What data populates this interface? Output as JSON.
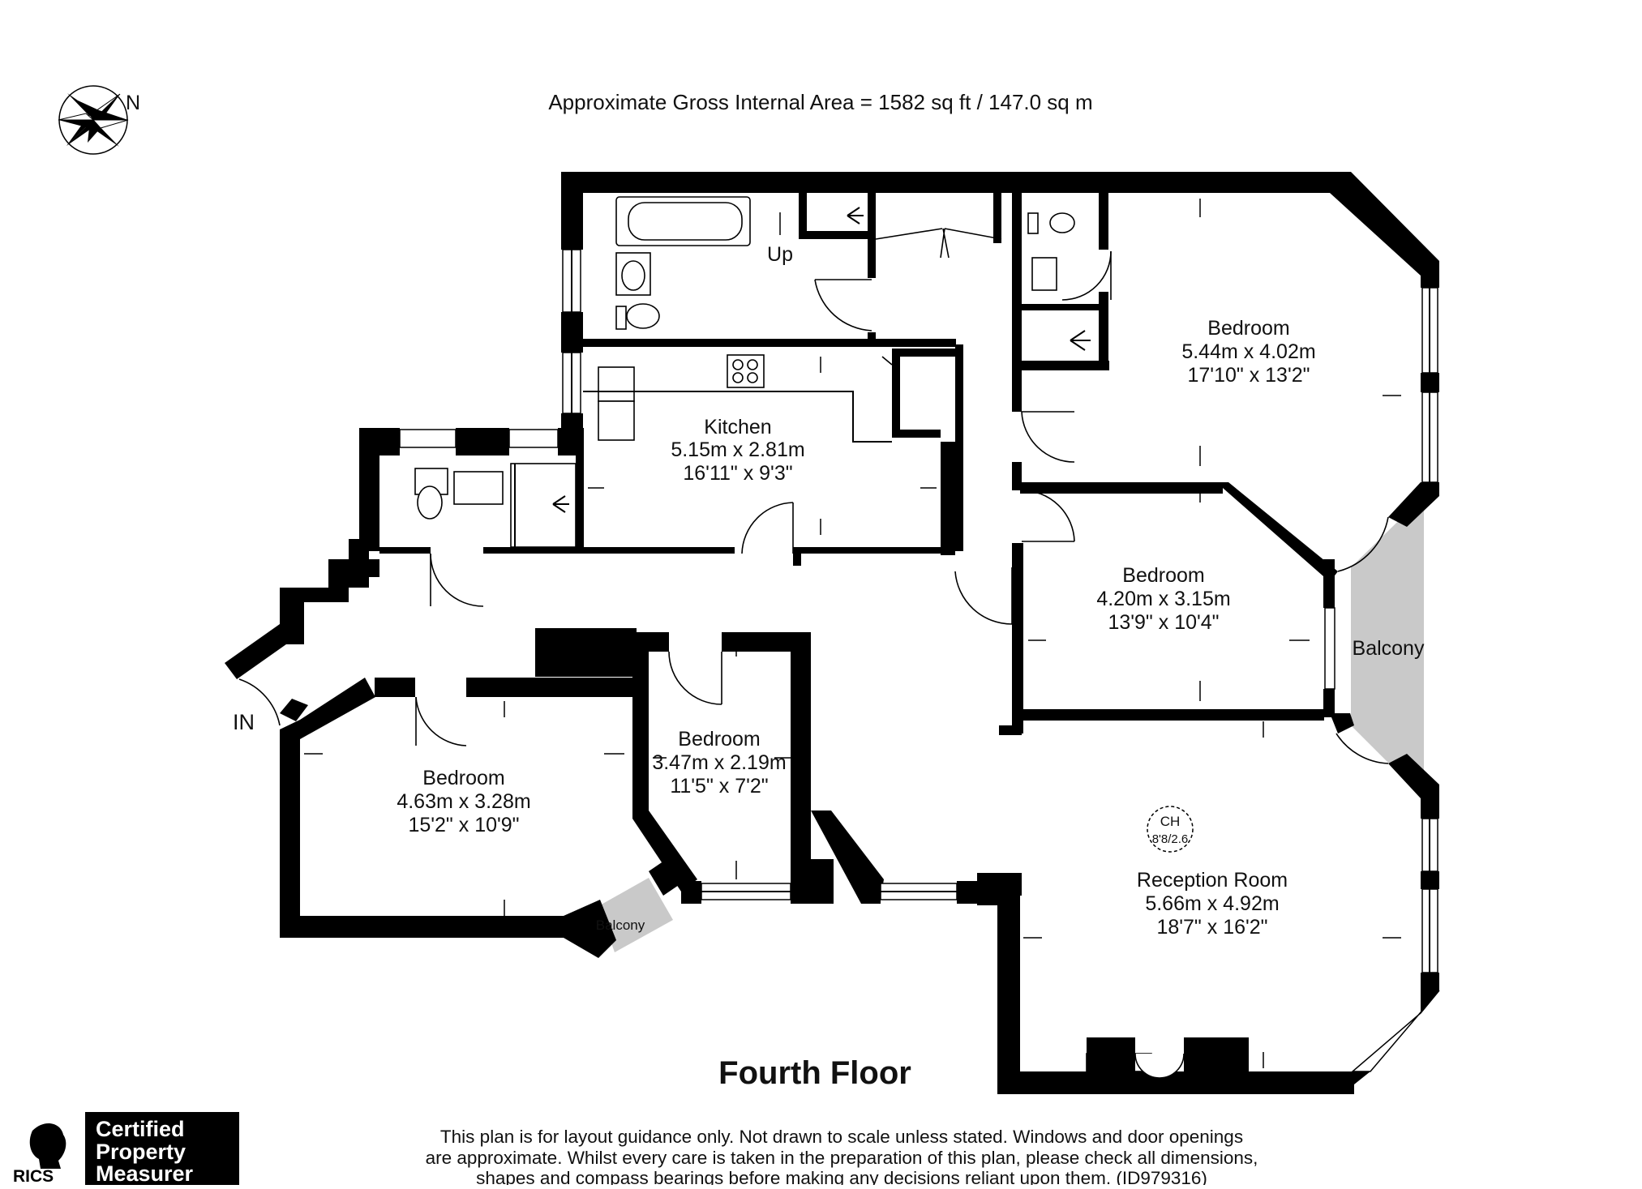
{
  "header": {
    "area": "Approximate Gross Internal Area = 1582 sq ft / 147.0 sq m",
    "compass_label": "N"
  },
  "floor_label": "Fourth Floor",
  "entrance_label": "IN",
  "stairs_label": "Up",
  "rooms": {
    "kitchen": {
      "name": "Kitchen",
      "metric": "5.15m x 2.81m",
      "imperial": "16'11\" x 9'3\""
    },
    "bedroom_ne": {
      "name": "Bedroom",
      "metric": "5.44m x 4.02m",
      "imperial": "17'10\" x 13'2\""
    },
    "bedroom_e": {
      "name": "Bedroom",
      "metric": "4.20m x 3.15m",
      "imperial": "13'9\" x 10'4\""
    },
    "bedroom_sw": {
      "name": "Bedroom",
      "metric": "4.63m x 3.28m",
      "imperial": "15'2\" x 10'9\""
    },
    "bedroom_s": {
      "name": "Bedroom",
      "metric": "3.47m x 2.19m",
      "imperial": "11'5\" x 7'2\""
    },
    "reception": {
      "name": "Reception Room",
      "metric": "5.66m x 4.92m",
      "imperial": "18'7\" x 16'2\""
    },
    "balcony_main": {
      "name": "Balcony"
    },
    "balcony_small": {
      "name": "Balcony"
    }
  },
  "ceiling_height": {
    "label": "CH",
    "value": "8'8/2.6"
  },
  "disclaimer": [
    "This plan is for layout guidance only. Not drawn to scale unless stated. Windows and door openings",
    "are approximate. Whilst every care is taken in the preparation of this plan, please check all dimensions,",
    "shapes and compass bearings before making any decisions reliant upon them. (ID979316)"
  ],
  "badge": {
    "org": "RICS",
    "lines": [
      "Certified",
      "Property",
      "Measurer"
    ]
  }
}
